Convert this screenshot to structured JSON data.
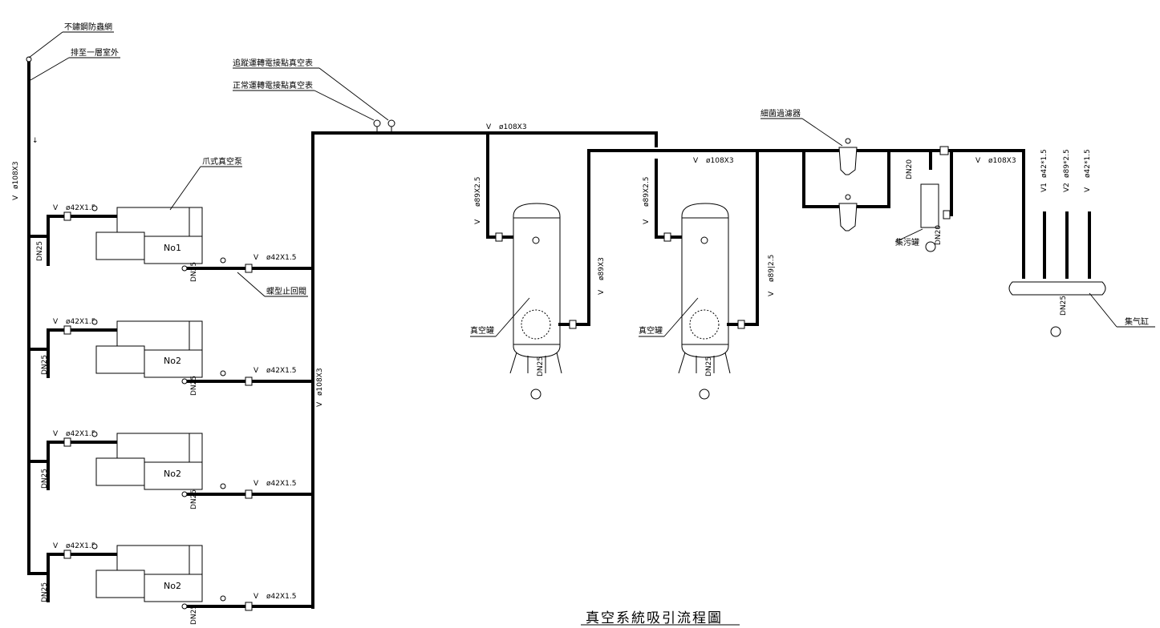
{
  "title": "真空系統吸引流程圖",
  "labels": {
    "mesh": "不鏽鋼防蟲網",
    "exhaust": "排至一層室外",
    "gauge_track": "追蹤運轉電接點真空表",
    "gauge_normal": "正常運轉電接點真空表",
    "pump": "爪式真空泵",
    "check_valve": "蝶型止回閥",
    "bacteria_filter": "細菌過濾器",
    "tank1": "真空罐",
    "tank2": "真空罐",
    "drain_tank": "集污罐",
    "manifold": "集气缸"
  },
  "pipes": {
    "v": "V",
    "v1": "V1",
    "v2": "V2",
    "d108x3": "ø108X3",
    "d89x2_5": "ø89X2.5",
    "d89x3": "ø89X3",
    "d89_2_5": "ø89|2.5",
    "d42x1_5": "ø42X1.5",
    "d42_1_5": "ø42*1.5",
    "d89_2_5b": "ø89*2.5",
    "dn25": "DN25",
    "dn20": "DN20"
  },
  "pumps": [
    {
      "name": "No1"
    },
    {
      "name": "No2"
    },
    {
      "name": "No2"
    },
    {
      "name": "No2"
    }
  ]
}
